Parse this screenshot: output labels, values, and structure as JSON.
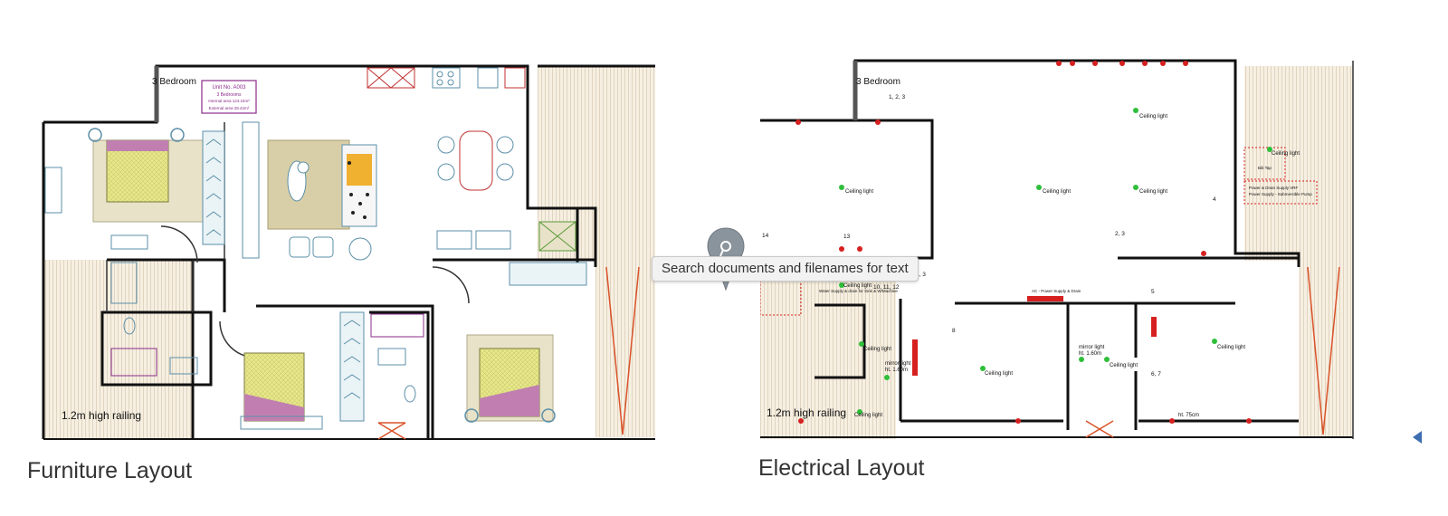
{
  "furniture_layout": {
    "caption": "Furniture Layout",
    "room_label": "3 Bedroom",
    "unit_box": {
      "unit_no": "Unit No. A003",
      "bedrooms": "3 Bedrooms",
      "internal_area": "Internal area 124.24m²",
      "external_area": "External area 28.42m²"
    },
    "railing_label": "1.2m high railing"
  },
  "electrical_layout": {
    "caption": "Electrical Layout",
    "room_label": "3 Bedroom",
    "railing_label": "1.2m high railing",
    "ceiling_light_label": "Ceiling light",
    "mirror_light_label": "mirror light",
    "mirror_light_height": "ht. 1.60m",
    "ht_75": "ht. 75cm",
    "circuit_numbers": [
      "1, 2, 3",
      "13",
      "14",
      "10, 11, 12",
      "1, 3",
      "2, 3",
      "4",
      "5",
      "6, 7",
      "8"
    ],
    "notes": {
      "power_drain": "Power & Drain Supply VRF",
      "power_pump": "Power Supply - Submersible Pump",
      "bib_tap": "Bib Tap",
      "water_supply": "Water Supply & drain for Sink & W/Machine",
      "ac_power": "AC - Power Supply & Drain"
    }
  },
  "search_tooltip": {
    "text": "Search documents and filenames for text"
  },
  "icons": {
    "pin": "location-pin-icon",
    "side_arrow": "triangle-left-icon"
  },
  "colors": {
    "wall": "#111111",
    "furniture_blue": "#5b8fa8",
    "bed_yellow": "#e6e68a",
    "bed_pink": "#c07fb0",
    "sofa_orange": "#f0b030",
    "table_beige": "#d8cfa8",
    "railing_red": "#d9532a",
    "electrical_red": "#d62020",
    "electrical_green": "#2fbf3a",
    "unit_purple": "#8a2b8a",
    "tooltip_bg": "#f2f2f2",
    "pin_gray": "#8a949c"
  }
}
